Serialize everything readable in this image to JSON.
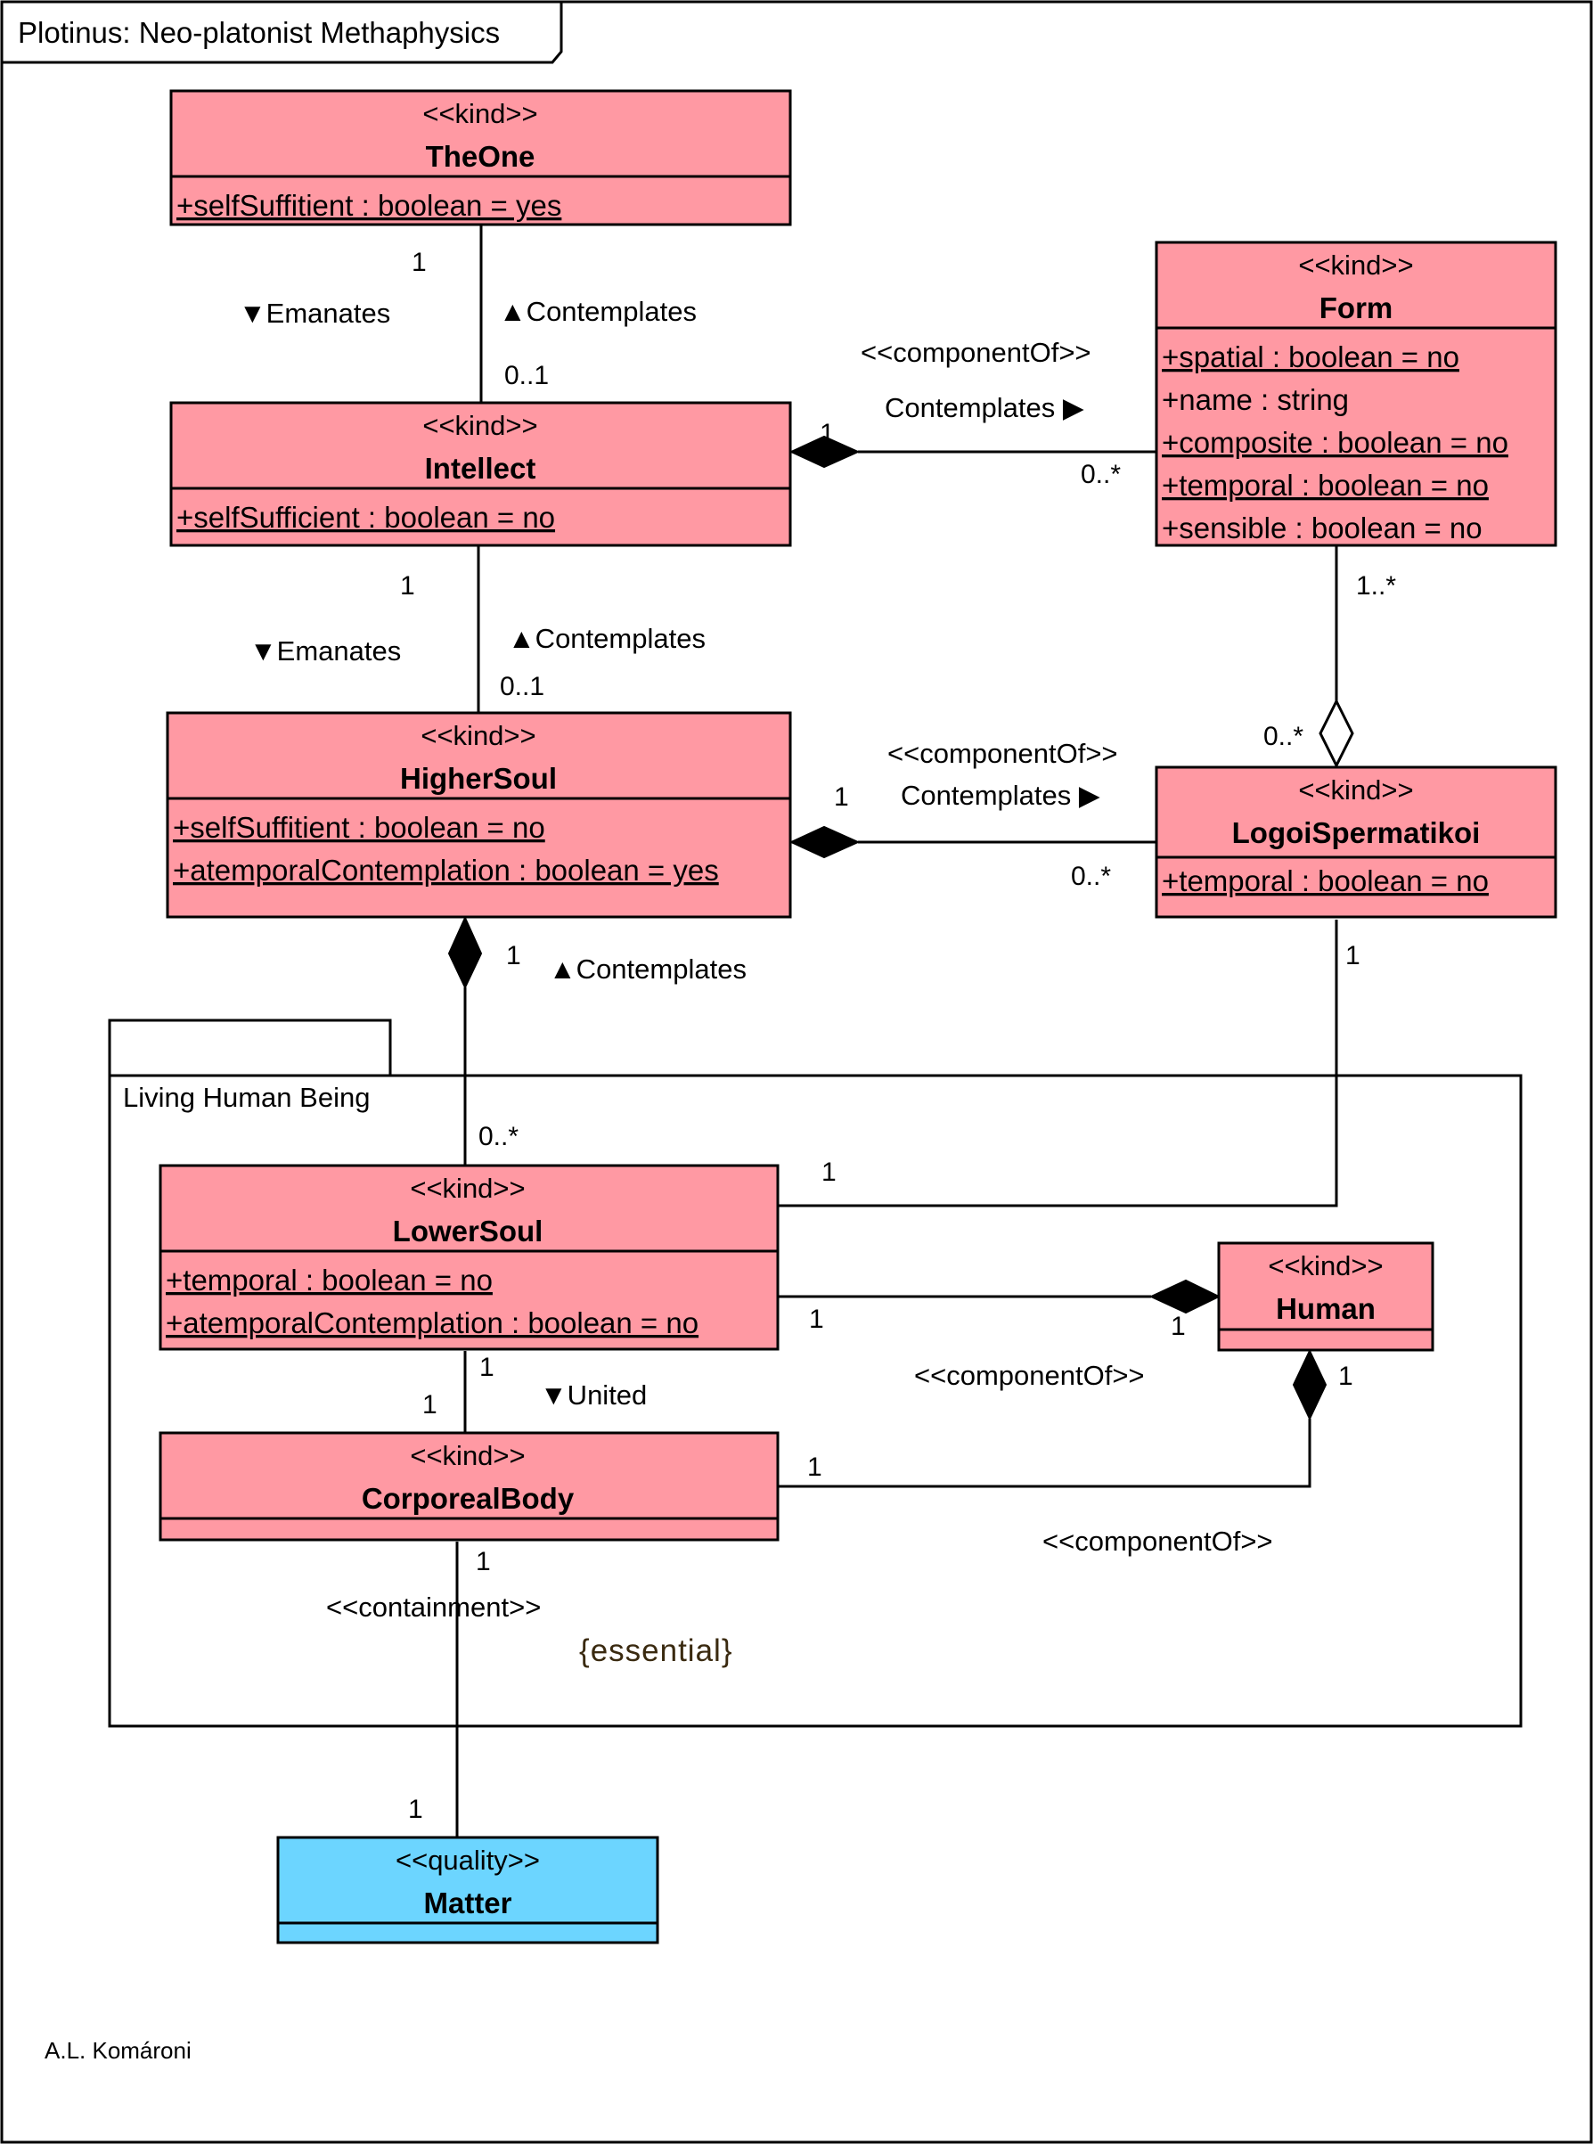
{
  "diagram_title": "Plotinus: Neo-platonist Methaphysics",
  "author": "A.L. Komároni",
  "package_name": "Living Human Being",
  "classes": {
    "theone": {
      "stereotype": "<<kind>>",
      "name": "TheOne",
      "attributes": [
        "+selfSuffitient : boolean = yes"
      ]
    },
    "intellect": {
      "stereotype": "<<kind>>",
      "name": "Intellect",
      "attributes": [
        "+selfSufficient : boolean = no"
      ]
    },
    "form": {
      "stereotype": "<<kind>>",
      "name": "Form",
      "attributes": [
        "+spatial : boolean = no",
        "+name : string",
        "+composite : boolean = no",
        "+temporal : boolean = no",
        "+sensible : boolean = no"
      ]
    },
    "highersoul": {
      "stereotype": "<<kind>>",
      "name": "HigherSoul",
      "attributes": [
        "+selfSuffitient : boolean = no",
        "+atemporalContemplation : boolean = yes"
      ]
    },
    "logoi": {
      "stereotype": "<<kind>>",
      "name": "LogoiSpermatikoi",
      "attributes": [
        "+temporal : boolean = no"
      ]
    },
    "lowersoul": {
      "stereotype": "<<kind>>",
      "name": "LowerSoul",
      "attributes": [
        "+temporal : boolean = no",
        "+atemporalContemplation : boolean = no"
      ]
    },
    "human": {
      "stereotype": "<<kind>>",
      "name": "Human",
      "attributes": []
    },
    "corporeal": {
      "stereotype": "<<kind>>",
      "name": "CorporealBody",
      "attributes": []
    },
    "matter": {
      "stereotype": "<<quality>>",
      "name": "Matter",
      "attributes": []
    }
  },
  "relations": {
    "one_intellect": {
      "name_down": "▼Emanates",
      "name_up": "▲Contemplates",
      "mult_top": "1",
      "mult_bottom": "0..1"
    },
    "form_intellect": {
      "stereotype": "<<componentOf>>",
      "name": "Contemplates ▶",
      "mult_whole": "1",
      "mult_part": "0..*"
    },
    "intellect_highersoul": {
      "name_down": "▼Emanates",
      "name_up": "▲Contemplates",
      "mult_top": "1",
      "mult_bottom": "0..1"
    },
    "form_logoi": {
      "mult_top": "1..*",
      "mult_bottom": "0..*"
    },
    "logoi_highersoul": {
      "stereotype": "<<componentOf>>",
      "name": "Contemplates ▶",
      "mult_whole": "1",
      "mult_part": "0..*"
    },
    "highersoul_lowersoul": {
      "name": "▲Contemplates",
      "mult_whole": "1",
      "mult_part": "0..*"
    },
    "logoi_lowersoul": {
      "mult_logoi": "1",
      "mult_lowersoul": "1"
    },
    "lowersoul_human": {
      "stereotype": "<<componentOf>>",
      "mult_part": "1",
      "mult_whole": "1"
    },
    "lowersoul_corporeal": {
      "name": "▼United",
      "mult_top": "1",
      "mult_bottom": "1"
    },
    "corporeal_human": {
      "stereotype": "<<componentOf>>",
      "mult_part": "1",
      "mult_whole": "1"
    },
    "corporeal_matter": {
      "stereotype": "<<containment>>",
      "constraint": "{essential}",
      "mult_top": "1",
      "mult_bottom": "1"
    }
  }
}
